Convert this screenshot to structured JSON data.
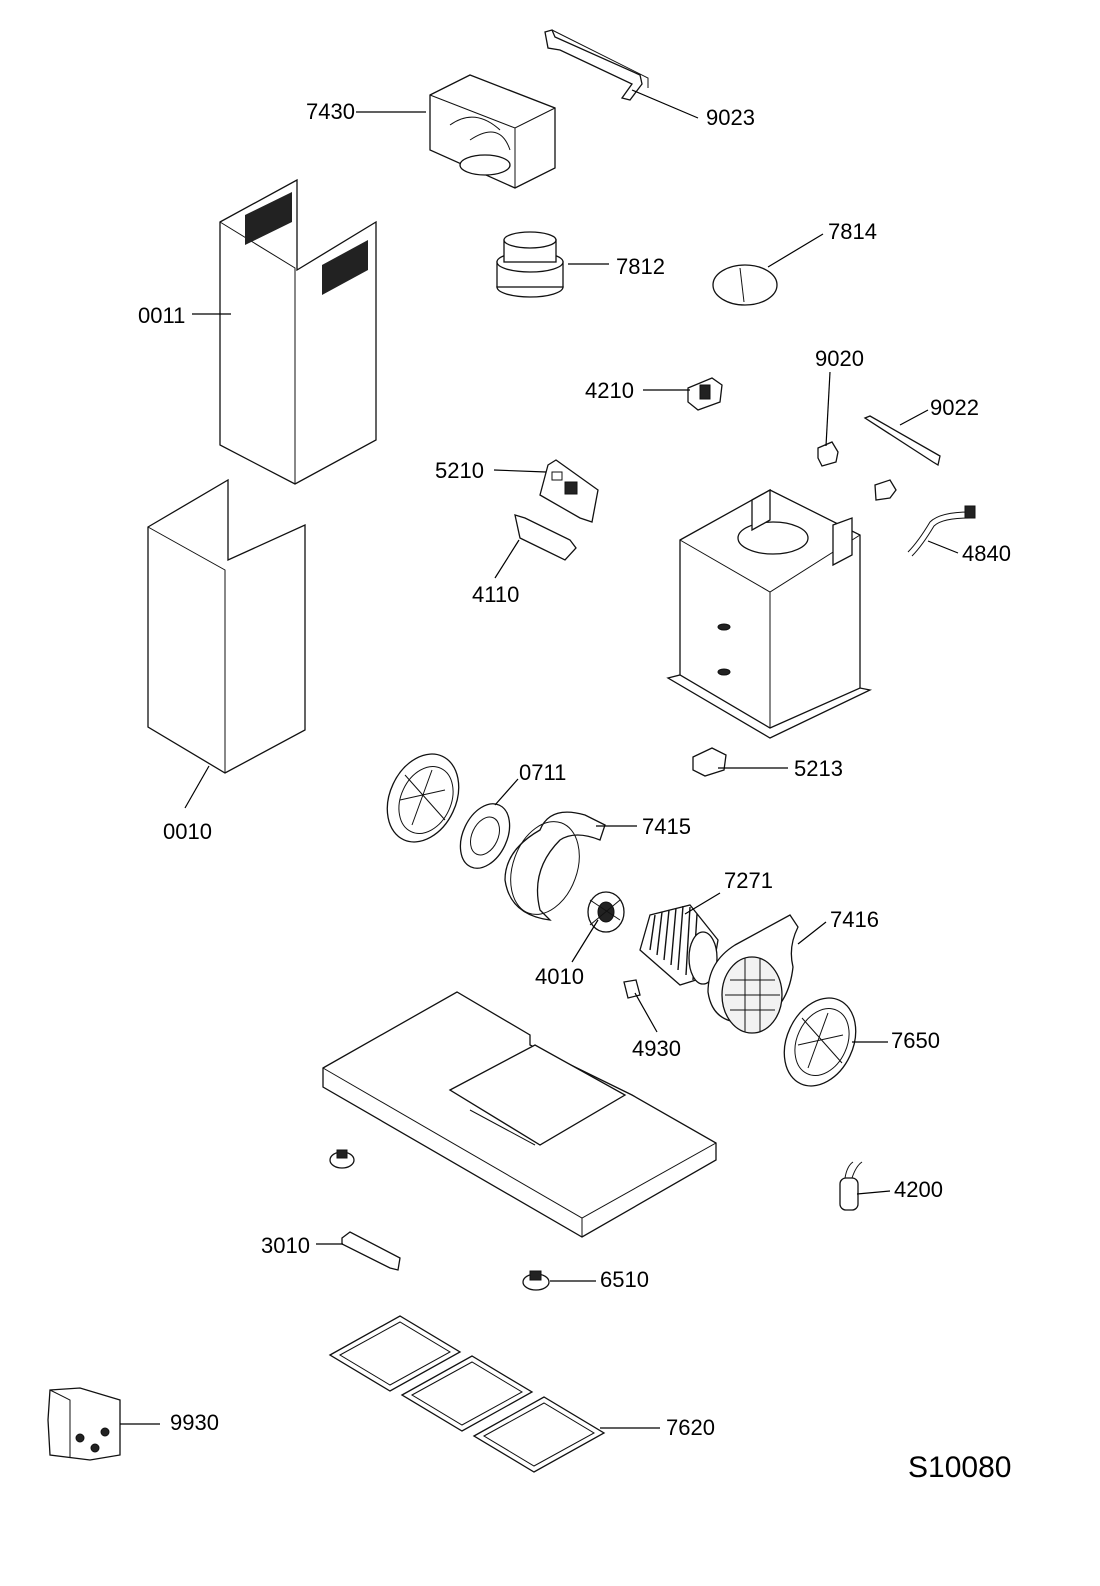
{
  "drawing_code": "S10080",
  "parts": [
    {
      "id": "p7430",
      "label": "7430"
    },
    {
      "id": "p9023",
      "label": "9023"
    },
    {
      "id": "p0011",
      "label": "0011"
    },
    {
      "id": "p7812",
      "label": "7812"
    },
    {
      "id": "p7814",
      "label": "7814"
    },
    {
      "id": "p9020",
      "label": "9020"
    },
    {
      "id": "p4210",
      "label": "4210"
    },
    {
      "id": "p9022",
      "label": "9022"
    },
    {
      "id": "p5210",
      "label": "5210"
    },
    {
      "id": "p4840",
      "label": "4840"
    },
    {
      "id": "p4110",
      "label": "4110"
    },
    {
      "id": "p5213",
      "label": "5213"
    },
    {
      "id": "p0711",
      "label": "0711"
    },
    {
      "id": "p7415",
      "label": "7415"
    },
    {
      "id": "p0010",
      "label": "0010"
    },
    {
      "id": "p7271",
      "label": "7271"
    },
    {
      "id": "p7416",
      "label": "7416"
    },
    {
      "id": "p4010",
      "label": "4010"
    },
    {
      "id": "p4930",
      "label": "4930"
    },
    {
      "id": "p7650",
      "label": "7650"
    },
    {
      "id": "p4200",
      "label": "4200"
    },
    {
      "id": "p3010",
      "label": "3010"
    },
    {
      "id": "p6510",
      "label": "6510"
    },
    {
      "id": "p9930",
      "label": "9930"
    },
    {
      "id": "p7620",
      "label": "7620"
    }
  ]
}
